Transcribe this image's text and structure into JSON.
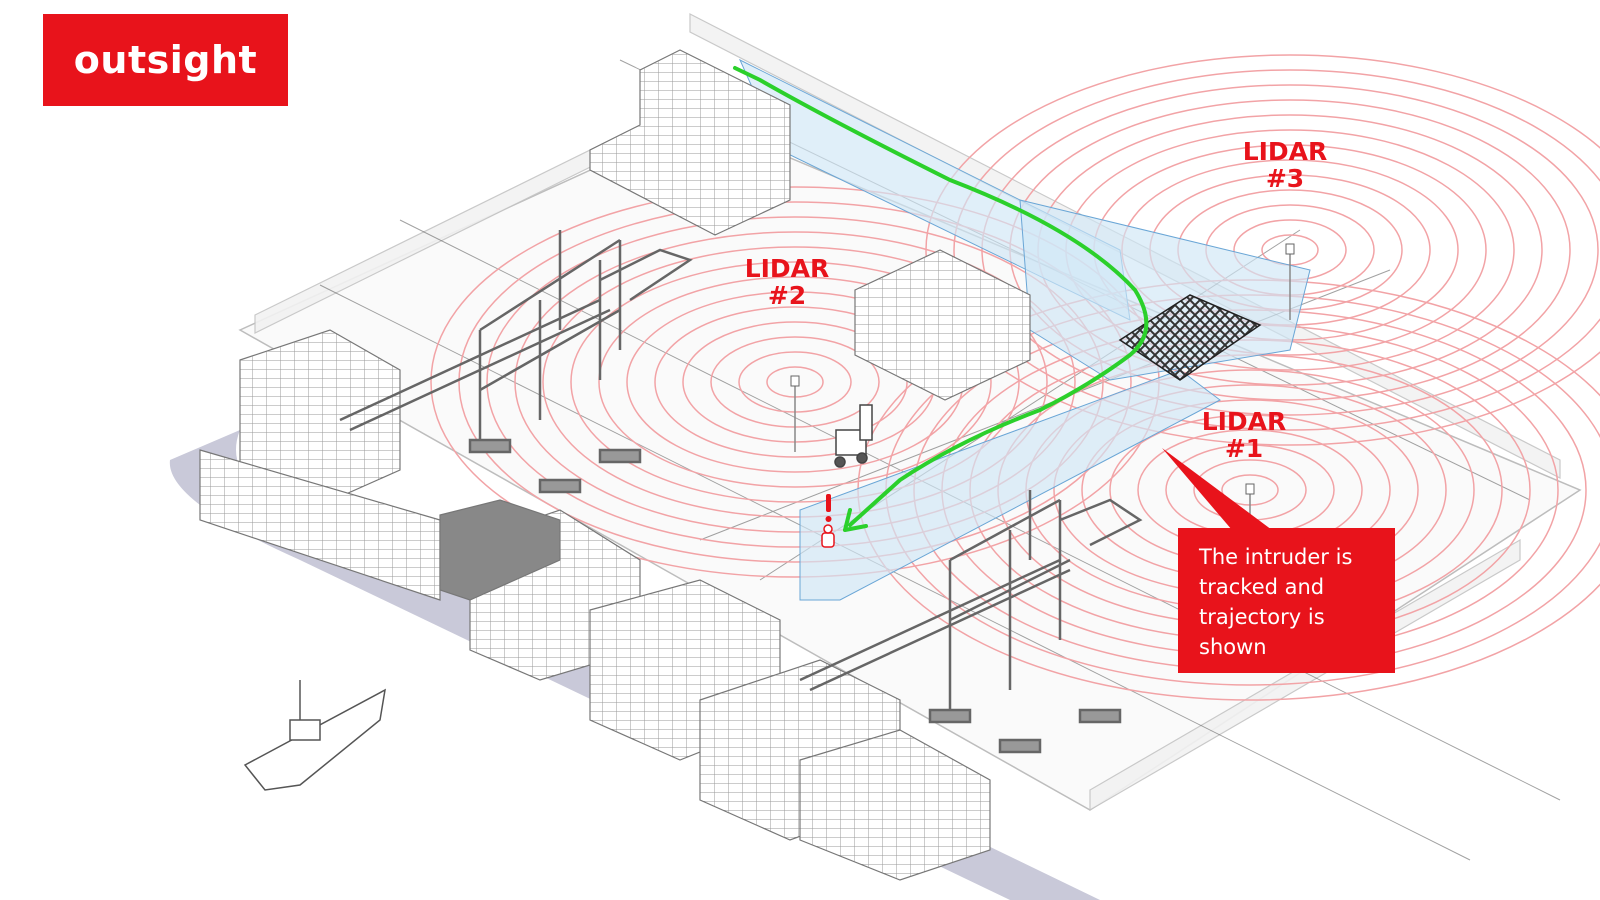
{
  "logo": {
    "text": "outsight",
    "color": "#e8131b"
  },
  "lidars": [
    {
      "line1": "LIDAR",
      "line2": "#1"
    },
    {
      "line1": "LIDAR",
      "line2": "#2"
    },
    {
      "line1": "LIDAR",
      "line2": "#3"
    }
  ],
  "callout": {
    "text": "The intruder is tracked and trajectory is shown"
  },
  "colors": {
    "accent_red": "#e8131b",
    "trajectory_green": "#2bd02b",
    "scan_zone_blue": "#cfe6f6",
    "wave_red": "#f2a3a6",
    "water": "#c9c9d9"
  },
  "icons": [
    "lidar-sensor-icon",
    "intruder-icon",
    "alert-icon",
    "boat-icon",
    "crane-icon",
    "forklift-icon"
  ]
}
